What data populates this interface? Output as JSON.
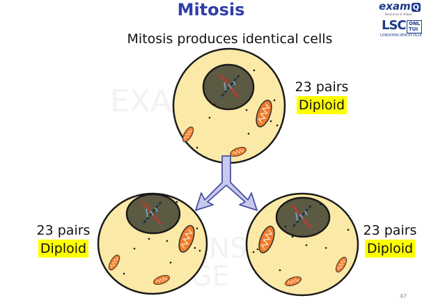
{
  "title": "Mitosis",
  "subtitle": "Mitosis produces identical cells",
  "logos": {
    "exam_logo": "exam",
    "exam_logo_q": "Q",
    "exam_logo_sub": "Resources & Videos",
    "lsc_logo": "LSC",
    "lsc_box_1": "ONL",
    "lsc_box_2": "TUI",
    "lsc_sub": "LONDONSCIENCECOLLE"
  },
  "watermark": "EXAMQ LONDONSCIENCE COLLEGE",
  "labels": {
    "parent": {
      "pairs": "23 pairs",
      "type": "Diploid"
    },
    "daughter_left": {
      "pairs": "23 pairs",
      "type": "Diploid"
    },
    "daughter_right": {
      "pairs": "23 pairs",
      "type": "Diploid"
    }
  },
  "page_number": "47",
  "colors": {
    "cell_fill": "#fbe9a7",
    "nucleus_fill": "#5d5a43",
    "mitochondria": "#f07c2c",
    "arrow": "#c7c9ee",
    "title": "#2f3fa8",
    "highlight": "#ffff00"
  }
}
